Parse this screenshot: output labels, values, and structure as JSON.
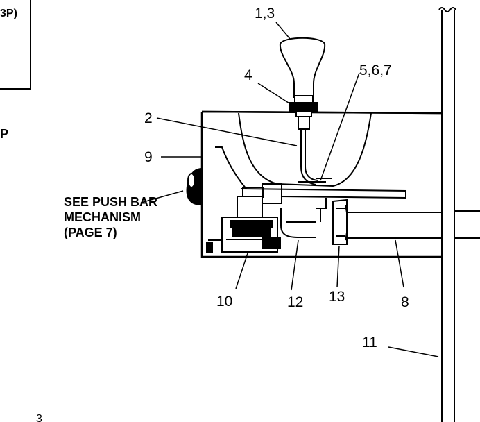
{
  "callouts": {
    "c_1_3": "1,3",
    "c_4": "4",
    "c_5_6_7": "5,6,7",
    "c_2": "2",
    "c_9": "9",
    "c_10": "10",
    "c_12": "12",
    "c_13": "13",
    "c_8": "8",
    "c_11": "11"
  },
  "note": {
    "line1": "SEE PUSH BAR",
    "line2": "MECHANISM",
    "line3": "(PAGE 7)"
  },
  "cutoff_text": {
    "top_left": "3P)",
    "left": "P",
    "bottom": "3"
  }
}
